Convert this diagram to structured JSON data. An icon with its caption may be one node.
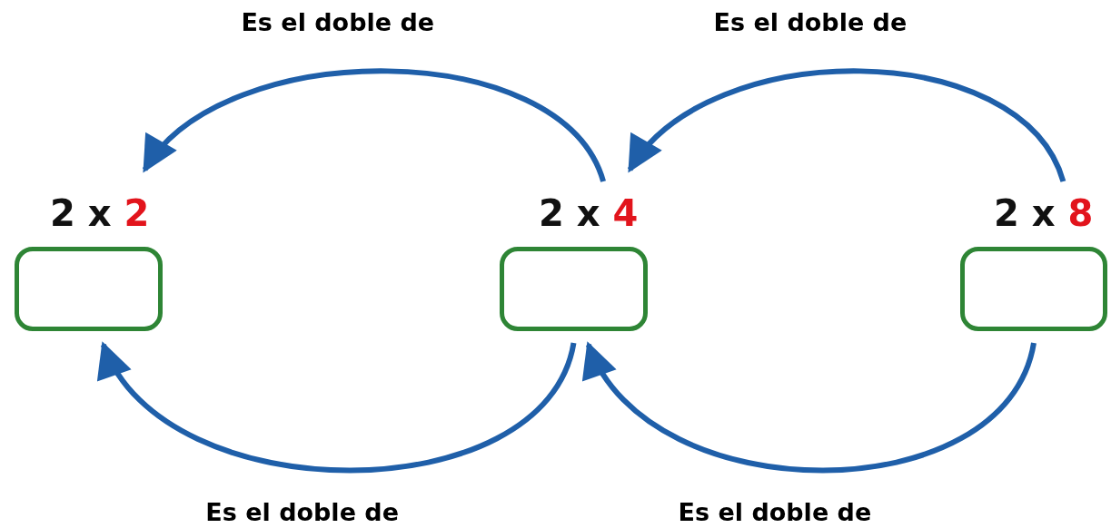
{
  "diagram": {
    "nodes": [
      {
        "text": [
          "2 x",
          "2"
        ]
      },
      {
        "text": [
          "2 x",
          "4"
        ]
      },
      {
        "text": [
          "2 x",
          "8"
        ]
      }
    ],
    "edges": [
      {
        "from": 1,
        "to": 0,
        "arrow": "to",
        "label": "Es el doble de"
      },
      {
        "from": 2,
        "to": 1,
        "arrow": "to",
        "label": "Es el doble de"
      },
      {
        "from": 1,
        "to": 0,
        "arrow": "to",
        "label": "Es el doble de"
      },
      {
        "from": 2,
        "to": 1,
        "arrow": "to",
        "label": "Es el doble de"
      }
    ]
  }
}
